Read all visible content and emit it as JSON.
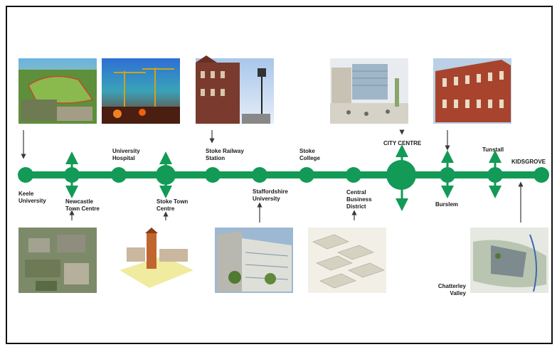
{
  "colors": {
    "line": "#129a56",
    "arrow": "#3a3a3a",
    "frame": "#111111"
  },
  "stations": [
    {
      "id": "keele",
      "label": "Keele\nUniversity"
    },
    {
      "id": "newcastle",
      "label": "Newcastle\nTown Centre"
    },
    {
      "id": "hospital",
      "label": "University\nHospital"
    },
    {
      "id": "stoke-town",
      "label": "Stoke Town\nCentre"
    },
    {
      "id": "stoke-rail",
      "label": "Stoke Railway\nStation"
    },
    {
      "id": "staffs-uni",
      "label": "Staffordshire\nUniversity"
    },
    {
      "id": "stoke-college",
      "label": "Stoke\nCollege"
    },
    {
      "id": "cbd",
      "label": "Central\nBusiness\nDistrict"
    },
    {
      "id": "city-centre",
      "label": "CITY CENTRE"
    },
    {
      "id": "burslem",
      "label": "Burslem"
    },
    {
      "id": "tunstall",
      "label": "Tunstall"
    },
    {
      "id": "kidsgrove",
      "label": "KIDSGROVE"
    },
    {
      "id": "chatterley",
      "label": "Chatterley\nValley"
    }
  ],
  "photos": [
    {
      "id": "keele-aerial",
      "subject": "aerial view of Keele University campus"
    },
    {
      "id": "hospital-cranes",
      "subject": "hospital construction with cranes at dusk"
    },
    {
      "id": "railway-station",
      "subject": "Stoke railway station building with lamp post"
    },
    {
      "id": "city-centre-render",
      "subject": "city centre sketch with modern building"
    },
    {
      "id": "burslem-building",
      "subject": "red brick Victorian building in Burslem"
    },
    {
      "id": "newcastle-aerial",
      "subject": "aerial view of Newcastle town centre"
    },
    {
      "id": "stoke-town-model",
      "subject": "model of Stoke town centre with clock tower"
    },
    {
      "id": "staffs-uni-building",
      "subject": "Staffordshire University modern building render"
    },
    {
      "id": "cbd-plan",
      "subject": "isometric plan of central business district"
    },
    {
      "id": "chatterley-plan",
      "subject": "masterplan of Chatterley Valley"
    }
  ]
}
